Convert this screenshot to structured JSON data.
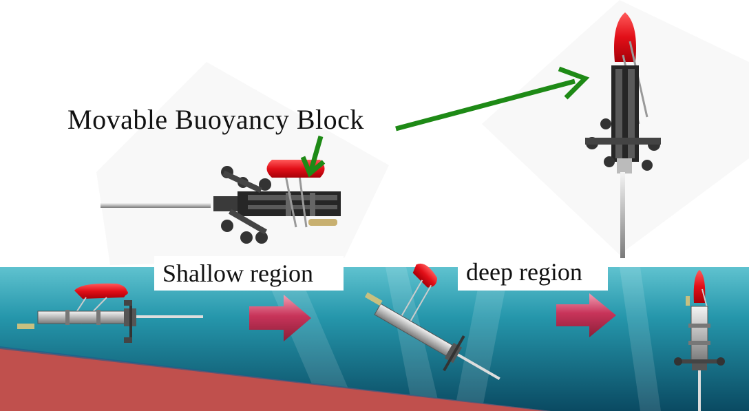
{
  "labels": {
    "buoyancy_block": "Movable Buoyancy Block",
    "shallow": "Shallow region",
    "deep": "deep region"
  },
  "colors": {
    "water_top": "#4fb7c4",
    "water_mid": "#1e8aa0",
    "water_deep": "#0b4f66",
    "seabed": "#c0504d",
    "buoyancy_block": "#e0101a",
    "pointer_arrow": "#1e8a16",
    "transition_arrow": "#c63455",
    "frame": "#2a2a2a",
    "tube": "#c8c8c8"
  }
}
